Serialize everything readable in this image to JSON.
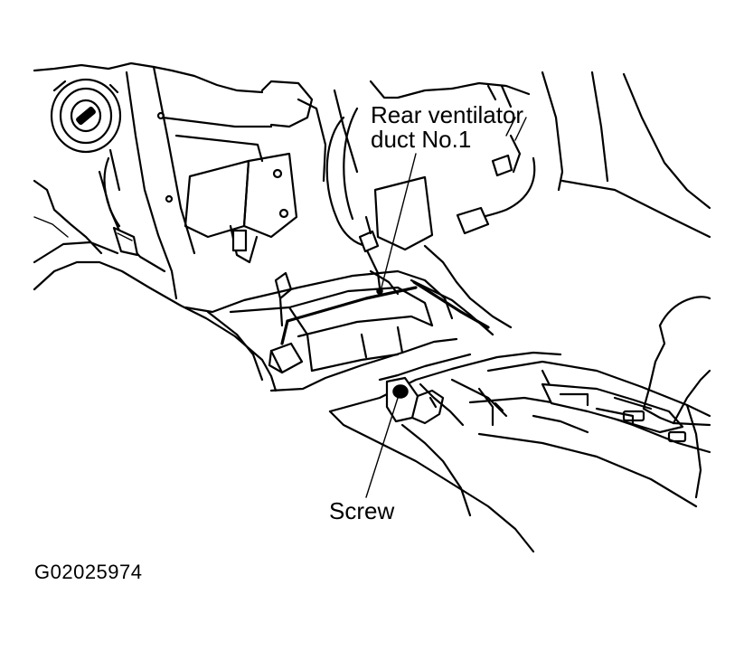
{
  "figure": {
    "callouts": {
      "rear_ventilator_duct_line1": "Rear ventilator",
      "rear_ventilator_duct_line2": "duct No.1",
      "screw": "Screw"
    },
    "figure_code": "G02025974"
  },
  "colors": {
    "ink": "#000000",
    "paper": "#ffffff"
  }
}
